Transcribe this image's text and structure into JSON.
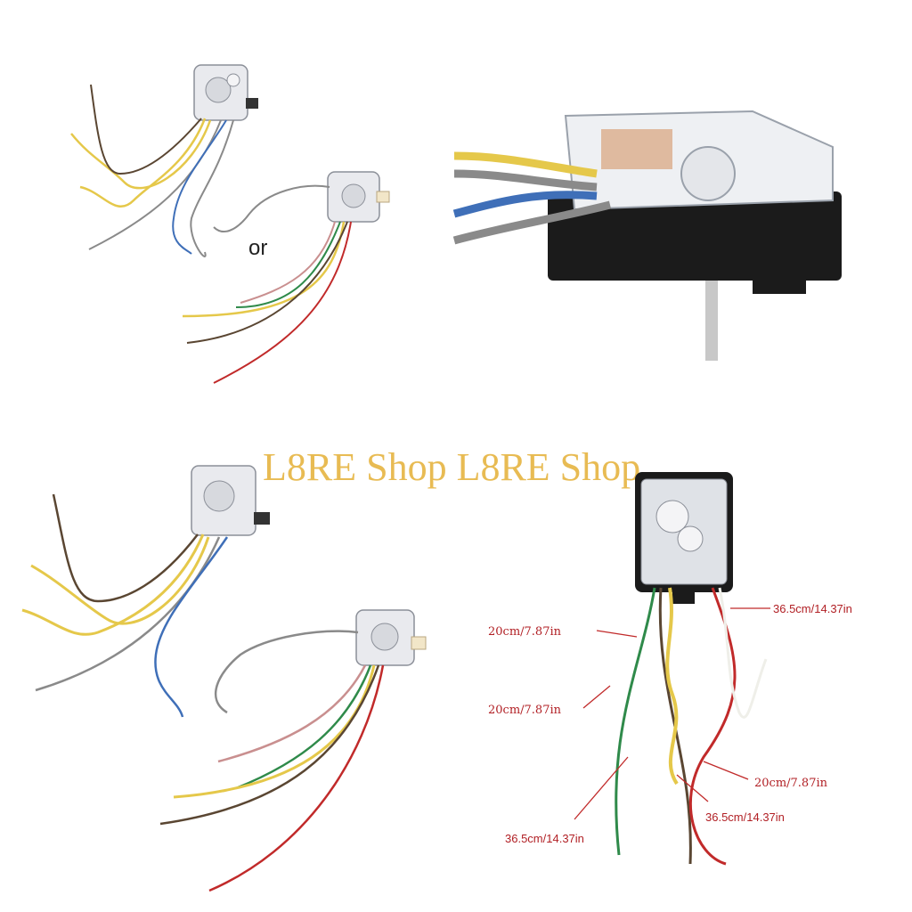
{
  "watermark": "L8RE Shop L8RE Shop",
  "or_label": "or",
  "dimensions": {
    "top_right": "36.5cm/14.37in",
    "upper_left": "20cm/7.87in",
    "middle_left": "20cm/7.87in",
    "middle_right": "20cm/7.87in",
    "bottom_left": "36.5cm/14.37in",
    "bottom_right": "36.5cm/14.37in"
  },
  "colors": {
    "watermark": "#e7b84a",
    "dimension_text": "#b11f24",
    "wire_yellow": "#e5c84a",
    "wire_blue": "#3f6fb8",
    "wire_gray": "#8a8a8a",
    "wire_brown": "#5a4632",
    "wire_red": "#c12a2a",
    "wire_green": "#2f8a4a",
    "wire_white": "#efefe9",
    "housing_black": "#1b1b1b"
  }
}
